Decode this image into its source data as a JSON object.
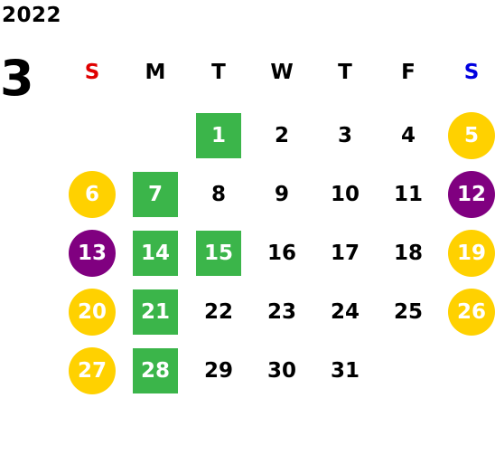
{
  "calendar": {
    "year": "2022",
    "month": "3",
    "weekdays": [
      {
        "label": "S",
        "color": "#e00000"
      },
      {
        "label": "M",
        "color": "#000000"
      },
      {
        "label": "T",
        "color": "#000000"
      },
      {
        "label": "W",
        "color": "#000000"
      },
      {
        "label": "T",
        "color": "#000000"
      },
      {
        "label": "F",
        "color": "#000000"
      },
      {
        "label": "S",
        "color": "#0000e0"
      }
    ],
    "highlight_colors": {
      "green": "#3bb54a",
      "yellow": "#ffd100",
      "purple": "#800080"
    },
    "weeks": [
      [
        {
          "day": "",
          "style": "plain"
        },
        {
          "day": "",
          "style": "plain"
        },
        {
          "day": "1",
          "style": "green"
        },
        {
          "day": "2",
          "style": "plain"
        },
        {
          "day": "3",
          "style": "plain"
        },
        {
          "day": "4",
          "style": "plain"
        },
        {
          "day": "5",
          "style": "yellow"
        }
      ],
      [
        {
          "day": "6",
          "style": "yellow"
        },
        {
          "day": "7",
          "style": "green"
        },
        {
          "day": "8",
          "style": "plain"
        },
        {
          "day": "9",
          "style": "plain"
        },
        {
          "day": "10",
          "style": "plain"
        },
        {
          "day": "11",
          "style": "plain"
        },
        {
          "day": "12",
          "style": "purple"
        }
      ],
      [
        {
          "day": "13",
          "style": "purple"
        },
        {
          "day": "14",
          "style": "green"
        },
        {
          "day": "15",
          "style": "green"
        },
        {
          "day": "16",
          "style": "plain"
        },
        {
          "day": "17",
          "style": "plain"
        },
        {
          "day": "18",
          "style": "plain"
        },
        {
          "day": "19",
          "style": "yellow"
        }
      ],
      [
        {
          "day": "20",
          "style": "yellow"
        },
        {
          "day": "21",
          "style": "green"
        },
        {
          "day": "22",
          "style": "plain"
        },
        {
          "day": "23",
          "style": "plain"
        },
        {
          "day": "24",
          "style": "plain"
        },
        {
          "day": "25",
          "style": "plain"
        },
        {
          "day": "26",
          "style": "yellow"
        }
      ],
      [
        {
          "day": "27",
          "style": "yellow"
        },
        {
          "day": "28",
          "style": "green"
        },
        {
          "day": "29",
          "style": "plain"
        },
        {
          "day": "30",
          "style": "plain"
        },
        {
          "day": "31",
          "style": "plain"
        },
        {
          "day": "",
          "style": "plain"
        },
        {
          "day": "",
          "style": "plain"
        }
      ]
    ]
  }
}
